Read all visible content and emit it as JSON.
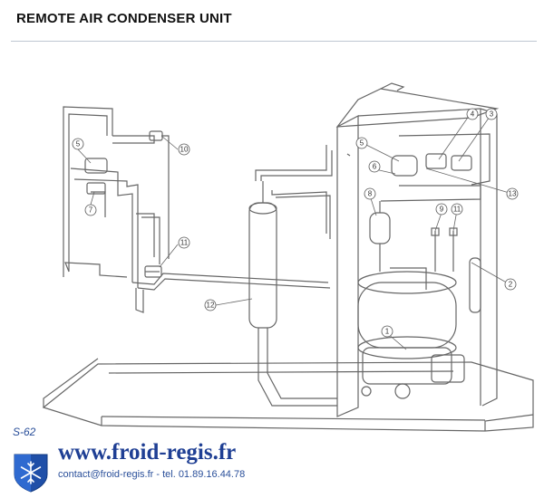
{
  "header": {
    "title": "REMOTE AIR CONDENSER UNIT"
  },
  "diagram": {
    "callouts": [
      "1",
      "2",
      "3",
      "4",
      "5",
      "5",
      "6",
      "7",
      "8",
      "9",
      "10",
      "11",
      "11",
      "12",
      "13"
    ]
  },
  "footer": {
    "page_code": "S-62",
    "website": "www.froid-regis.fr",
    "contact": "contact@froid-regis.fr  - tel. 01.89.16.44.78"
  },
  "colors": {
    "title": "#111111",
    "brand_blue": "#1f3f94",
    "line": "#555555"
  }
}
